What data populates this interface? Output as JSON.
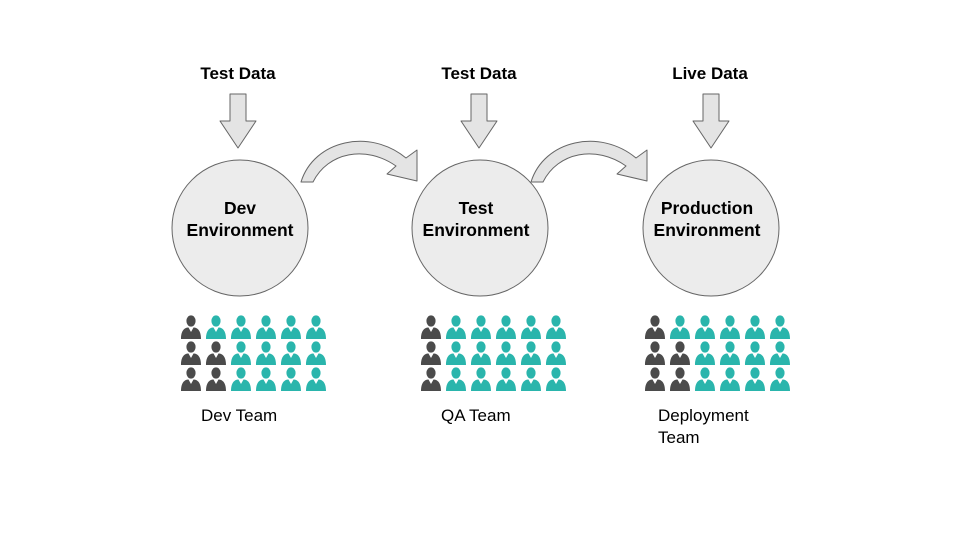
{
  "colors": {
    "circle_fill": "#ececec",
    "circle_stroke": "#666666",
    "arrow_fill": "#e4e4e4",
    "arrow_stroke": "#666666",
    "person_dark": "#4b4b4b",
    "person_teal": "#2ab5ac"
  },
  "stages": [
    {
      "data_label": "Test Data",
      "env_line1": "Dev",
      "env_line2": "Environment",
      "team_line1": "Dev Team",
      "team_line2": "",
      "people_grid": [
        [
          "dark",
          "teal",
          "teal",
          "teal",
          "teal",
          "teal"
        ],
        [
          "dark",
          "dark",
          "teal",
          "teal",
          "teal",
          "teal"
        ],
        [
          "dark",
          "dark",
          "teal",
          "teal",
          "teal",
          "teal"
        ]
      ]
    },
    {
      "data_label": "Test Data",
      "env_line1": "Test",
      "env_line2": "Environment",
      "team_line1": "QA Team",
      "team_line2": "",
      "people_grid": [
        [
          "dark",
          "teal",
          "teal",
          "teal",
          "teal",
          "teal"
        ],
        [
          "dark",
          "teal",
          "teal",
          "teal",
          "teal",
          "teal"
        ],
        [
          "dark",
          "teal",
          "teal",
          "teal",
          "teal",
          "teal"
        ]
      ]
    },
    {
      "data_label": "Live Data",
      "env_line1": "Production",
      "env_line2": "Environment",
      "team_line1": "Deployment",
      "team_line2": "Team",
      "people_grid": [
        [
          "dark",
          "teal",
          "teal",
          "teal",
          "teal",
          "teal"
        ],
        [
          "dark",
          "dark",
          "teal",
          "teal",
          "teal",
          "teal"
        ],
        [
          "dark",
          "dark",
          "teal",
          "teal",
          "teal",
          "teal"
        ]
      ]
    }
  ]
}
